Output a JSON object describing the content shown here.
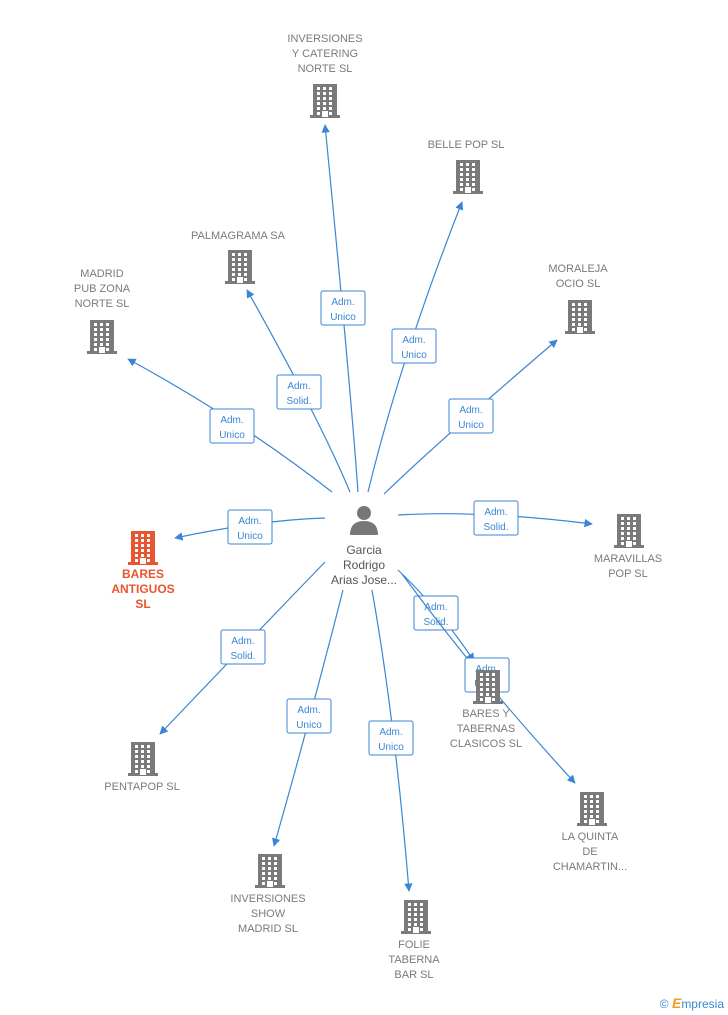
{
  "center": {
    "label_lines": [
      "Garcia",
      "Rodrigo",
      "Arias Jose..."
    ]
  },
  "colors": {
    "edge": "#3a86d4",
    "building": "#7a7a7a",
    "highlight": "#e8552f"
  },
  "nodes": [
    {
      "id": "inversiones-catering",
      "lines": [
        "INVERSIONES",
        "Y CATERING",
        "NORTE  SL"
      ],
      "relation": [
        "Adm.",
        "Unico"
      ]
    },
    {
      "id": "belle-pop",
      "lines": [
        "BELLE POP  SL"
      ],
      "relation": [
        "Adm.",
        "Unico"
      ]
    },
    {
      "id": "palmagrama",
      "lines": [
        "PALMAGRAMA SA"
      ],
      "relation": [
        "Adm.",
        "Solid."
      ]
    },
    {
      "id": "moraleja-ocio",
      "lines": [
        "MORALEJA",
        "OCIO  SL"
      ],
      "relation": [
        "Adm.",
        "Unico"
      ]
    },
    {
      "id": "madrid-pub",
      "lines": [
        "MADRID",
        "PUB ZONA",
        "NORTE SL"
      ],
      "relation": [
        "Adm.",
        "Unico"
      ]
    },
    {
      "id": "bares-antiguos",
      "lines": [
        "BARES",
        "ANTIGUOS",
        "SL"
      ],
      "relation": [
        "Adm.",
        "Unico"
      ],
      "highlight": true
    },
    {
      "id": "maravillas-pop",
      "lines": [
        "MARAVILLAS",
        "POP SL"
      ],
      "relation": [
        "Adm.",
        "Solid."
      ]
    },
    {
      "id": "bares-tabernas",
      "lines": [
        "BARES Y",
        "TABERNAS",
        "CLASICOS  SL"
      ],
      "relation": [
        "Adm.",
        "Solid."
      ]
    },
    {
      "id": "la-quinta",
      "lines": [
        "LA QUINTA",
        "DE",
        "CHAMARTIN..."
      ],
      "relation": [
        "Adm.",
        "Unico"
      ]
    },
    {
      "id": "pentapop",
      "lines": [
        "PENTAPOP  SL"
      ],
      "relation": [
        "Adm.",
        "Solid."
      ]
    },
    {
      "id": "inversiones-show",
      "lines": [
        "INVERSIONES",
        "SHOW",
        "MADRID  SL"
      ],
      "relation": [
        "Adm.",
        "Unico"
      ]
    },
    {
      "id": "folie-taberna",
      "lines": [
        "FOLIE",
        "TABERNA",
        "BAR  SL"
      ],
      "relation": [
        "Adm.",
        "Unico"
      ]
    }
  ],
  "footer": {
    "copyright": "©",
    "brand_first": "E",
    "brand_rest": "mpresia"
  }
}
